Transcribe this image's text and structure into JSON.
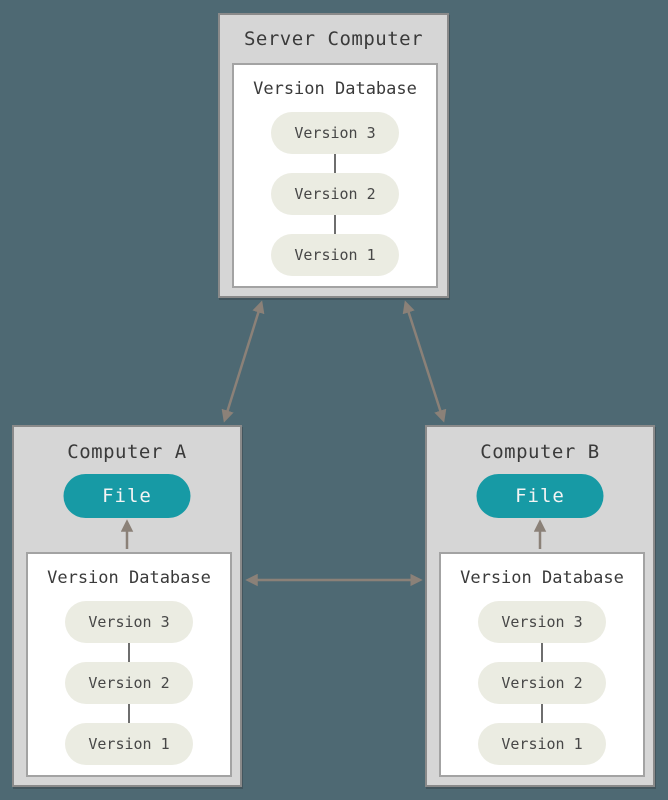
{
  "colors": {
    "background": "#4e6973",
    "panel": "#d6d6d6",
    "panel_border": "#8a8a8a",
    "box_bg": "#ffffff",
    "box_border": "#a3a3a3",
    "pill": "#ebece2",
    "accent_teal": "#179aa5",
    "arrow": "#8b8178",
    "connector": "#6e6e6e",
    "text": "#3a3a3a"
  },
  "server": {
    "title": "Server Computer",
    "database": {
      "title": "Version Database",
      "versions": [
        "Version 3",
        "Version 2",
        "Version 1"
      ]
    }
  },
  "computer_a": {
    "title": "Computer A",
    "file_label": "File",
    "database": {
      "title": "Version Database",
      "versions": [
        "Version 3",
        "Version 2",
        "Version 1"
      ]
    }
  },
  "computer_b": {
    "title": "Computer B",
    "file_label": "File",
    "database": {
      "title": "Version Database",
      "versions": [
        "Version 3",
        "Version 2",
        "Version 1"
      ]
    }
  }
}
